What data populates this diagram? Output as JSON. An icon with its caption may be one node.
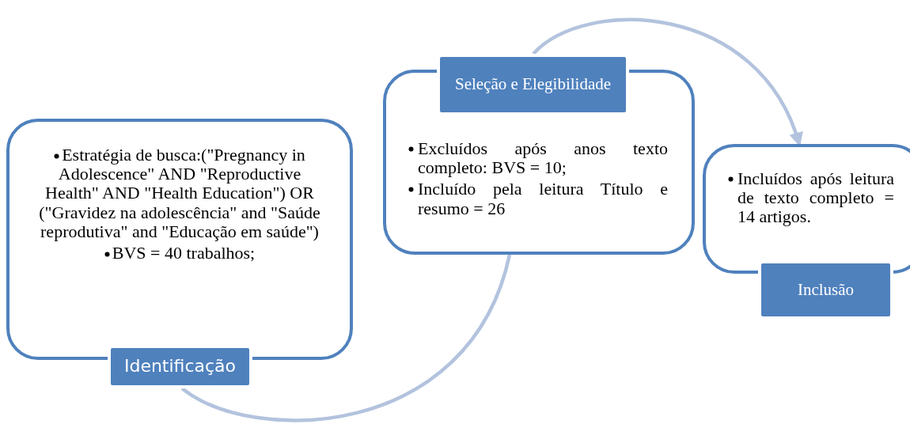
{
  "diagram": {
    "nodes": [
      {
        "text": [
          "Estratégia de busca:(\"Pregnancy in Adolescence\" AND \"Reproductive Health\" AND \"Health Education\") OR (\"Gravidez na adolescência\" and \"Saúde reprodutiva\" and \"Educação em saúde\")",
          "BVS = 40 trabalhos;"
        ]
      },
      {
        "text": [
          "Identificação"
        ]
      },
      {
        "text": [
          "Seleção e Elegibilidade"
        ]
      },
      {
        "text": [
          "Excluídos após anos texto completo: BVS = 10;",
          "Incluído pela leitura Título e resumo = 26"
        ]
      },
      {
        "text": [
          "Incluídos após leitura de texto completo = 14 artigos."
        ]
      },
      {
        "text": [
          "Inclusão"
        ]
      }
    ],
    "edges": [
      {
        "from": 1,
        "to": 3,
        "arrow": "none"
      },
      {
        "from": 2,
        "to": 4,
        "arrow": "to"
      }
    ]
  }
}
